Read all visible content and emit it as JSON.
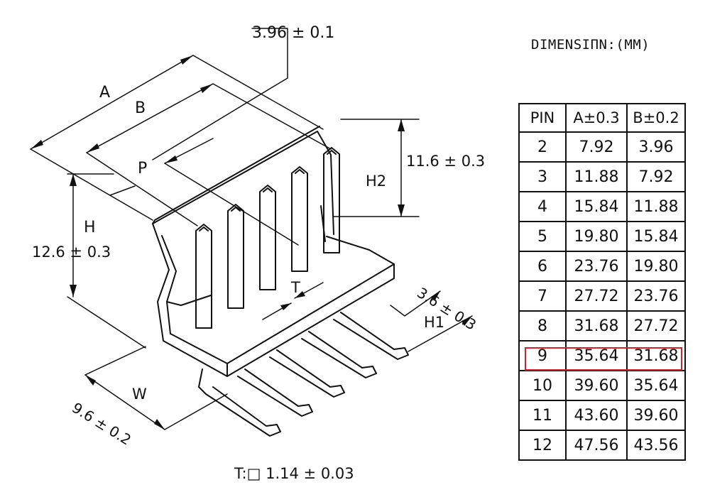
{
  "drawing": {
    "pitch_label": "3.96 ± 0.1",
    "label_A": "A",
    "label_B": "B",
    "label_P": "P",
    "label_H": "H",
    "label_H_value": "12.6 ± 0.3",
    "label_H2": "H2",
    "label_H2_value": "11.6 ± 0.3",
    "label_T": "T",
    "label_H1": "H1",
    "label_H1_value": "3.6 ± 0.3",
    "label_W": "W",
    "label_W_value": "9.6 ± 0.2",
    "note_T": "T:□ 1.14 ± 0.03"
  },
  "table": {
    "title": "DIMENSIΠN:(MM)",
    "headers": [
      "PIN",
      "A±0.3",
      "B±0.2"
    ],
    "rows": [
      [
        "2",
        "7.92",
        "3.96"
      ],
      [
        "3",
        "11.88",
        "7.92"
      ],
      [
        "4",
        "15.84",
        "11.88"
      ],
      [
        "5",
        "19.80",
        "15.84"
      ],
      [
        "6",
        "23.76",
        "19.80"
      ],
      [
        "7",
        "27.72",
        "23.76"
      ],
      [
        "8",
        "31.68",
        "27.72"
      ],
      [
        "9",
        "35.64",
        "31.68"
      ],
      [
        "10",
        "39.60",
        "35.64"
      ],
      [
        "11",
        "43.60",
        "39.60"
      ],
      [
        "12",
        "47.56",
        "43.56"
      ]
    ],
    "highlight_color": "#d3202a"
  }
}
